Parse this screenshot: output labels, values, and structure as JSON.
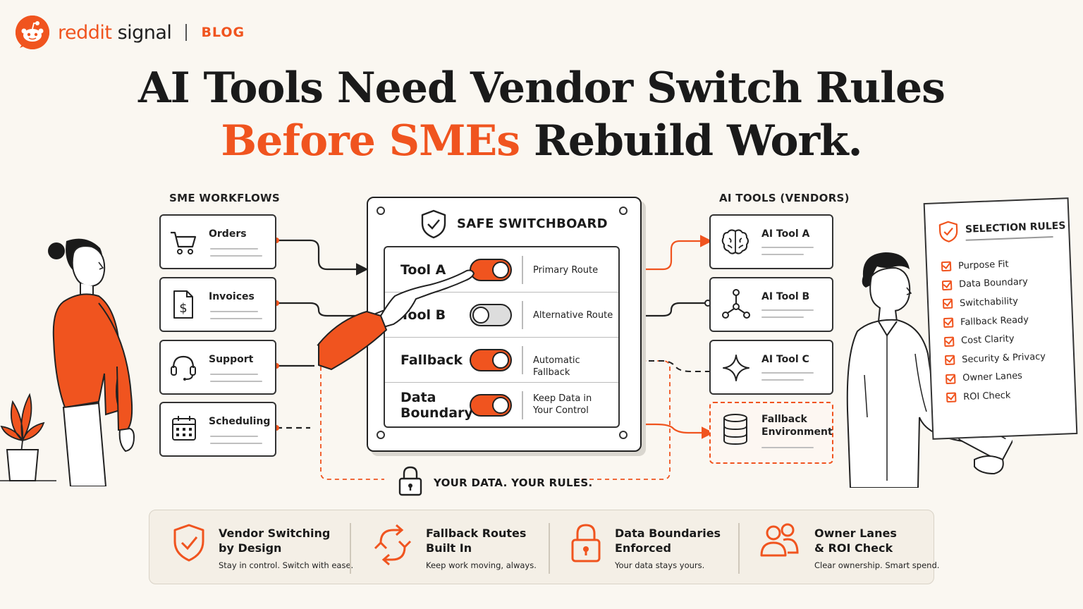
{
  "brand": {
    "name_prefix": "reddit",
    "name_suffix": " signal",
    "section": "BLOG"
  },
  "headline": {
    "line1": "AI Tools Need Vendor Switch Rules",
    "line2_highlight": "Before SMEs",
    "line2_rest": " Rebuild Work."
  },
  "workflows": {
    "label": "SME WORKFLOWS",
    "items": [
      {
        "label": "Orders",
        "icon": "cart-icon"
      },
      {
        "label": "Invoices",
        "icon": "invoice-icon"
      },
      {
        "label": "Support",
        "icon": "headset-icon"
      },
      {
        "label": "Scheduling",
        "icon": "calendar-icon"
      }
    ]
  },
  "switchboard": {
    "title": "SAFE SWITCHBOARD",
    "rows": [
      {
        "name": "Tool A",
        "state": "on",
        "description": "Primary Route"
      },
      {
        "name": "Tool B",
        "state": "off",
        "description": "Alternative Route"
      },
      {
        "name": "Fallback",
        "state": "on",
        "description": "Automatic Fallback"
      },
      {
        "name_line1": "Data",
        "name_line2": "Boundary",
        "state": "on",
        "description_line1": "Keep Data in",
        "description_line2": "Your Control"
      }
    ],
    "footer": "YOUR DATA. YOUR RULES."
  },
  "vendors": {
    "label": "AI TOOLS (VENDORS)",
    "items": [
      {
        "label": "AI Tool A",
        "icon": "brain-icon"
      },
      {
        "label": "AI Tool B",
        "icon": "network-icon"
      },
      {
        "label": "AI Tool C",
        "icon": "sparkle-icon"
      },
      {
        "label_line1": "Fallback",
        "label_line2": "Environment",
        "icon": "database-icon"
      }
    ]
  },
  "selection_rules": {
    "title": "SELECTION RULES",
    "items": [
      "Purpose Fit",
      "Data Boundary",
      "Switchability",
      "Fallback Ready",
      "Cost Clarity",
      "Security & Privacy",
      "Owner Lanes",
      "ROI Check"
    ]
  },
  "features": [
    {
      "title_line1": "Vendor Switching",
      "title_line2": "by Design",
      "subtitle": "Stay in control. Switch with ease.",
      "icon": "shield-check-icon"
    },
    {
      "title_line1": "Fallback Routes",
      "title_line2": "Built In",
      "subtitle": "Keep work moving, always.",
      "icon": "refresh-arrows-icon"
    },
    {
      "title_line1": "Data Boundaries",
      "title_line2": "Enforced",
      "subtitle": "Your data stays yours.",
      "icon": "padlock-icon"
    },
    {
      "title_line1": "Owner Lanes",
      "title_line2": "& ROI Check",
      "subtitle": "Clear ownership. Smart spend.",
      "icon": "people-icon"
    }
  ],
  "colors": {
    "accent": "#f0541f",
    "ink": "#1a1a1a",
    "background": "#faf7f1"
  }
}
